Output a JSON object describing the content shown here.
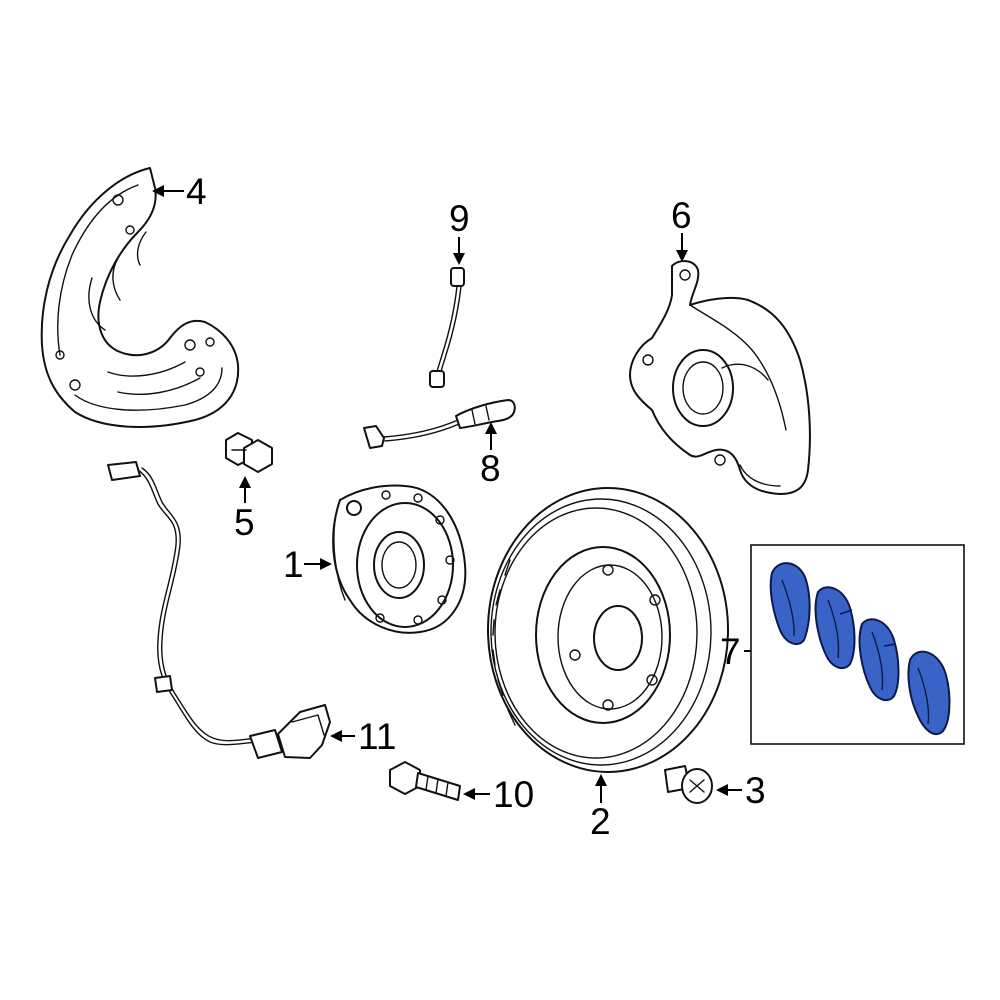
{
  "diagram": {
    "colors": {
      "line": "#111111",
      "highlight_fill": "#3a63c8",
      "highlight_stroke": "#0b1a4a",
      "background": "#ffffff"
    },
    "callouts": [
      {
        "id": "hub",
        "label": "1"
      },
      {
        "id": "rotor",
        "label": "2"
      },
      {
        "id": "rotor-screw",
        "label": "3"
      },
      {
        "id": "splash-shield",
        "label": "4"
      },
      {
        "id": "shield-bolt",
        "label": "5"
      },
      {
        "id": "caliper",
        "label": "6"
      },
      {
        "id": "brake-pads",
        "label": "7"
      },
      {
        "id": "wear-sensor-rear",
        "label": "8"
      },
      {
        "id": "wear-sensor-front",
        "label": "9"
      },
      {
        "id": "caliper-bolt",
        "label": "10"
      },
      {
        "id": "abs-sensor",
        "label": "11"
      }
    ],
    "highlighted_part": "7"
  }
}
